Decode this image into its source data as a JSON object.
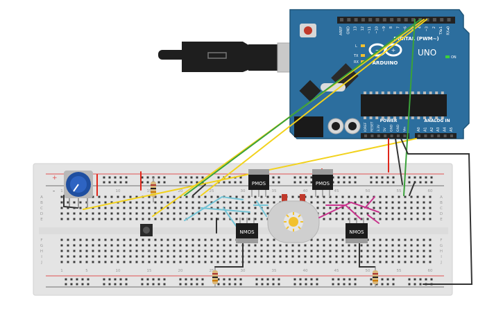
{
  "arduino": {
    "brand": "ARDUINO",
    "model": "UNO",
    "header_digital_title": "DIGITAL (PWM~)",
    "digital_pins": [
      "AREF",
      "GND",
      "13",
      "12",
      "~11",
      "~10",
      "~9",
      "8",
      "7",
      "~6",
      "~5",
      "4",
      "~3",
      "2",
      "TX▸1",
      "RX◂0"
    ],
    "led_l": "L",
    "led_tx": "TX",
    "led_rx": "RX",
    "led_on": "ON",
    "power_title": "POWER",
    "analog_title": "ANALOG IN",
    "power_pins": [
      "IOREF",
      "RESET",
      "3.3V",
      "5V",
      "GND",
      "GND",
      "Vin"
    ],
    "analog_pins": [
      "A0",
      "A1",
      "A2",
      "A3",
      "A4",
      "A5"
    ]
  },
  "breadboard": {
    "column_numbers": [
      "1",
      "5",
      "10",
      "15",
      "20",
      "25",
      "30",
      "35",
      "40",
      "45",
      "50",
      "55",
      "60"
    ],
    "row_letters_top": [
      "A",
      "B",
      "C",
      "D",
      "E"
    ],
    "row_letters_bottom": [
      "F",
      "G",
      "H",
      "I",
      "J"
    ],
    "rail_plus": "+",
    "rail_minus": "-"
  },
  "components": {
    "pmos_left": "PMOS",
    "pmos_right": "PMOS",
    "nmos_left": "NMOS",
    "nmos_right": "NMOS"
  },
  "colors": {
    "board_blue": "#2c6e9e",
    "breadboard": "#e4e4e4",
    "wire_yellow": "#f2d21c",
    "wire_green": "#3aa23a",
    "wire_red": "#e0261a",
    "wire_black": "#333333",
    "wire_cyan": "#73c4d6",
    "wire_magenta": "#c8328c"
  }
}
